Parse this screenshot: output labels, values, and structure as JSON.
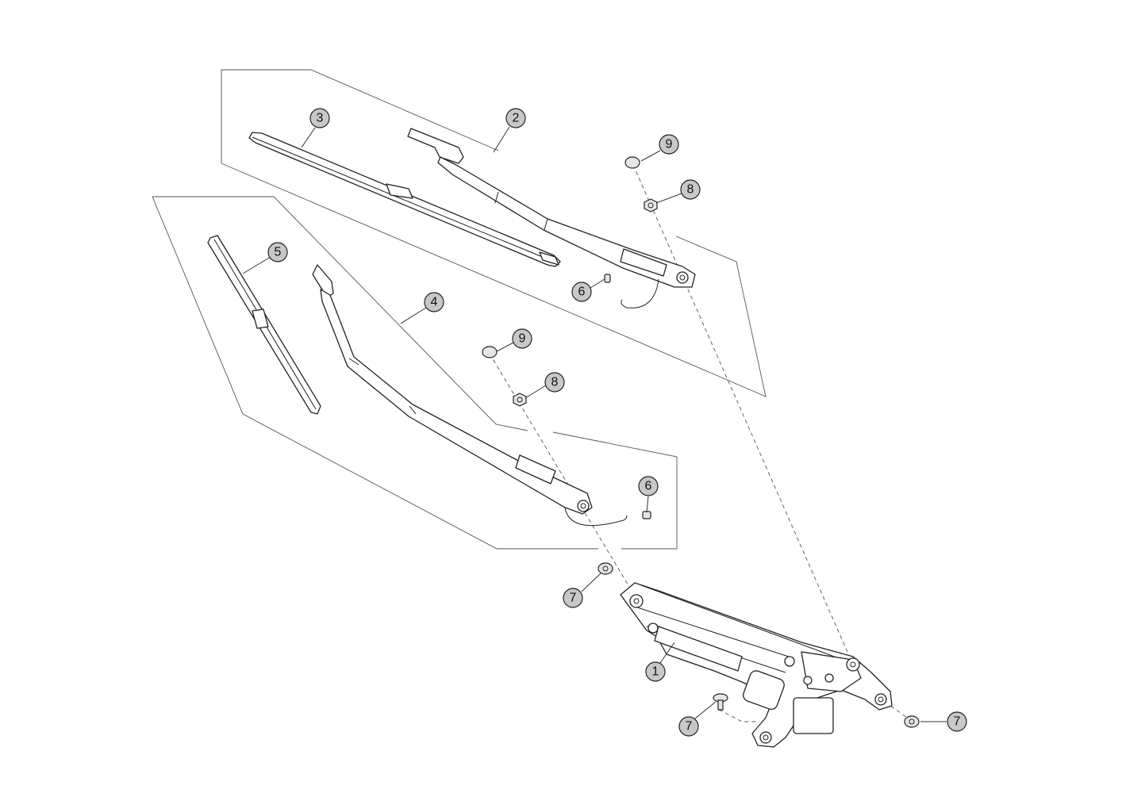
{
  "callouts": [
    {
      "id": "c1",
      "label": "1"
    },
    {
      "id": "c2",
      "label": "2"
    },
    {
      "id": "c3",
      "label": "3"
    },
    {
      "id": "c4",
      "label": "4"
    },
    {
      "id": "c5",
      "label": "5"
    },
    {
      "id": "c6a",
      "label": "6"
    },
    {
      "id": "c6b",
      "label": "6"
    },
    {
      "id": "c7a",
      "label": "7"
    },
    {
      "id": "c7b",
      "label": "7"
    },
    {
      "id": "c7c",
      "label": "7"
    },
    {
      "id": "c8a",
      "label": "8"
    },
    {
      "id": "c8b",
      "label": "8"
    },
    {
      "id": "c9a",
      "label": "9"
    },
    {
      "id": "c9b",
      "label": "9"
    }
  ]
}
